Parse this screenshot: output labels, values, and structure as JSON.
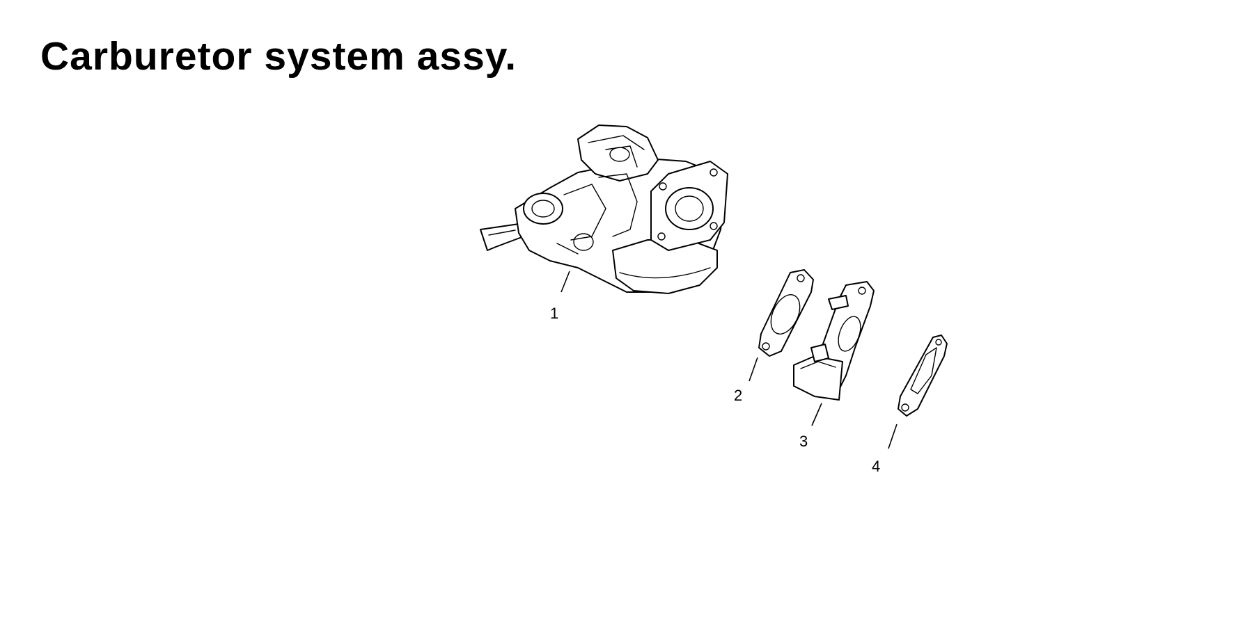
{
  "title": "Carburetor system assy.",
  "parts": [
    {
      "number": "1"
    },
    {
      "number": "2"
    },
    {
      "number": "3"
    },
    {
      "number": "4"
    }
  ]
}
